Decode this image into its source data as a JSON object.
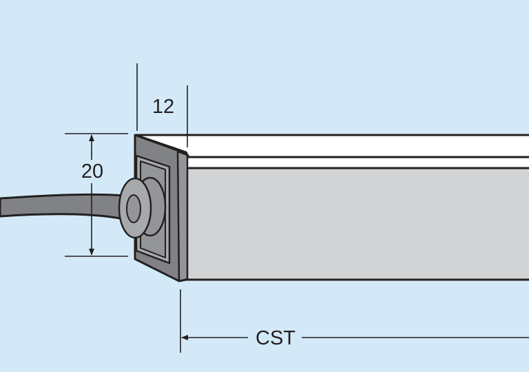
{
  "colors": {
    "background": "#d3e9f8",
    "outline": "#231f20",
    "body_face": "#d1d3d4",
    "top_face": "#ffffff",
    "end_cap": "#808285",
    "cap_inner": "#a7a9ac",
    "cable": "#808285"
  },
  "dimensions": {
    "width_label": "12",
    "height_label": "20",
    "length_label": "CST"
  }
}
